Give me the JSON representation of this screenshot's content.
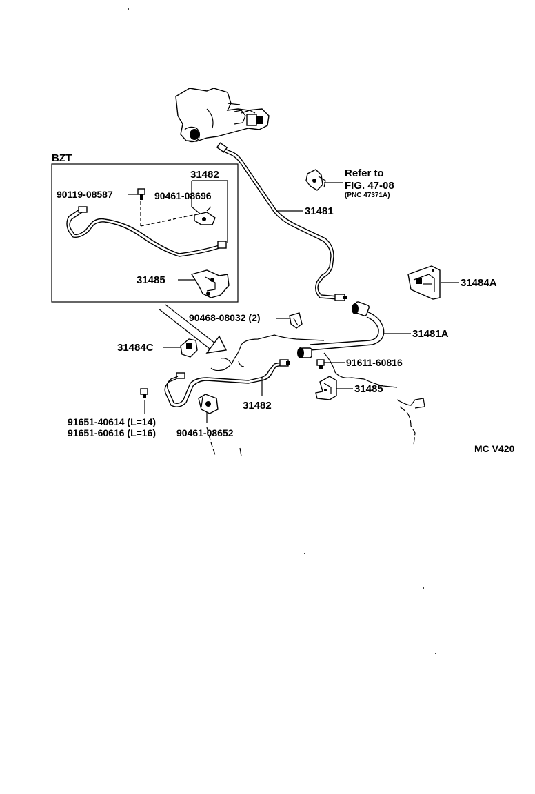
{
  "inset": {
    "title": "BZT",
    "labels": {
      "tube": "31482",
      "bolt": "90119-08587",
      "clip": "90461-08696",
      "bracket": "31485"
    }
  },
  "labels": {
    "master_tube": "31481",
    "refer_line1": "Refer to",
    "refer_line2": "FIG. 47-08",
    "refer_line3": "(PNC 47371A)",
    "bracket_a": "31484A",
    "clip_2": "90468-08032 (2)",
    "hose": "31481A",
    "bracket_c": "31484C",
    "bolt_hose": "91611-60816",
    "bracket_lower": "31485",
    "tube_lower": "31482",
    "bolt_l14": "91651-40614 (L=14)",
    "bolt_l16": "91651-60616 (L=16)",
    "clip_lower": "90461-08652",
    "diagram_code": "MC  V420"
  }
}
